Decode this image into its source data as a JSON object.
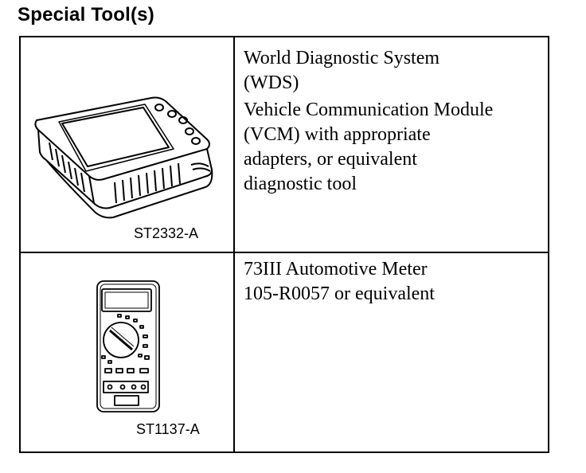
{
  "heading": "Special Tool(s)",
  "tools": [
    {
      "code": "ST2332-A",
      "icon": "diagnostic-tablet-icon",
      "lines": [
        "World Diagnostic System",
        "(WDS)",
        "Vehicle Communication Module",
        "(VCM) with appropriate",
        "adapters, or equivalent",
        "diagnostic tool"
      ]
    },
    {
      "code": "ST1137-A",
      "icon": "multimeter-icon",
      "lines": [
        "73III Automotive Meter",
        "105-R0057 or equivalent"
      ]
    }
  ]
}
